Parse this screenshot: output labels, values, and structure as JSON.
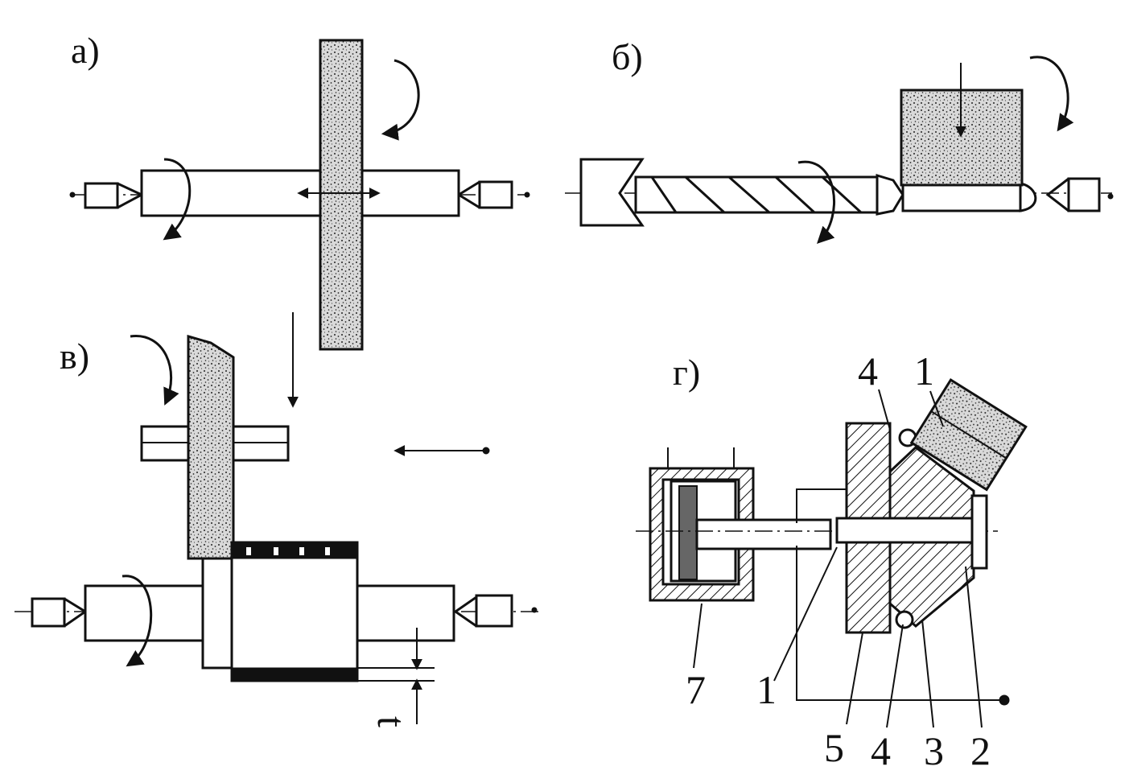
{
  "panels": {
    "a": {
      "label": "а)"
    },
    "b": {
      "label": "б)"
    },
    "v": {
      "label": "в)",
      "depth_label": "t"
    },
    "g": {
      "label": "г)",
      "callouts": [
        "4",
        "1",
        "7",
        "1",
        "5",
        "4",
        "3",
        "2"
      ]
    }
  },
  "colors": {
    "ink": "#111111",
    "background": "#ffffff",
    "grain": "#2a2a2a"
  }
}
